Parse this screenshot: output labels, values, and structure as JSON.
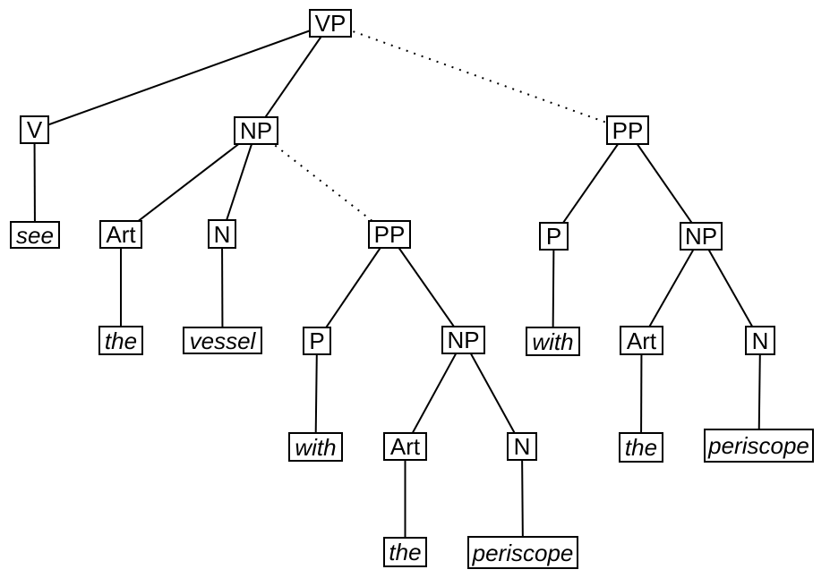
{
  "diagram": {
    "type": "syntax-tree",
    "colors": {
      "line": "#000000",
      "box_border": "#000000",
      "box_fill": "#ffffff",
      "text": "#000000",
      "background": "#ffffff"
    },
    "nodes": {
      "vp": {
        "label": "VP",
        "kind": "category"
      },
      "v": {
        "label": "V",
        "kind": "category"
      },
      "np_obj": {
        "label": "NP",
        "kind": "category"
      },
      "pp_right": {
        "label": "PP",
        "kind": "category"
      },
      "see": {
        "label": "see",
        "kind": "word"
      },
      "art_left": {
        "label": "Art",
        "kind": "category"
      },
      "n_left": {
        "label": "N",
        "kind": "category"
      },
      "pp_mid": {
        "label": "PP",
        "kind": "category"
      },
      "p_right": {
        "label": "P",
        "kind": "category"
      },
      "np_right": {
        "label": "NP",
        "kind": "category"
      },
      "the_left": {
        "label": "the",
        "kind": "word"
      },
      "vessel": {
        "label": "vessel",
        "kind": "word"
      },
      "p_mid": {
        "label": "P",
        "kind": "category"
      },
      "np_mid": {
        "label": "NP",
        "kind": "category"
      },
      "with_right": {
        "label": "with",
        "kind": "word"
      },
      "art_right": {
        "label": "Art",
        "kind": "category"
      },
      "n_right": {
        "label": "N",
        "kind": "category"
      },
      "with_mid": {
        "label": "with",
        "kind": "word"
      },
      "art_mid": {
        "label": "Art",
        "kind": "category"
      },
      "n_mid": {
        "label": "N",
        "kind": "category"
      },
      "the_right": {
        "label": "the",
        "kind": "word"
      },
      "periscope_right": {
        "label": "periscope",
        "kind": "word"
      },
      "the_mid": {
        "label": "the",
        "kind": "word"
      },
      "periscope_mid": {
        "label": "periscope",
        "kind": "word"
      }
    },
    "edges": [
      {
        "from": "vp",
        "to": "v",
        "style": "solid"
      },
      {
        "from": "vp",
        "to": "np_obj",
        "style": "solid"
      },
      {
        "from": "vp",
        "to": "pp_right",
        "style": "dotted"
      },
      {
        "from": "v",
        "to": "see",
        "style": "solid"
      },
      {
        "from": "np_obj",
        "to": "art_left",
        "style": "solid"
      },
      {
        "from": "np_obj",
        "to": "n_left",
        "style": "solid"
      },
      {
        "from": "np_obj",
        "to": "pp_mid",
        "style": "dotted"
      },
      {
        "from": "art_left",
        "to": "the_left",
        "style": "solid"
      },
      {
        "from": "n_left",
        "to": "vessel",
        "style": "solid"
      },
      {
        "from": "pp_mid",
        "to": "p_mid",
        "style": "solid"
      },
      {
        "from": "pp_mid",
        "to": "np_mid",
        "style": "solid"
      },
      {
        "from": "p_mid",
        "to": "with_mid",
        "style": "solid"
      },
      {
        "from": "np_mid",
        "to": "art_mid",
        "style": "solid"
      },
      {
        "from": "np_mid",
        "to": "n_mid",
        "style": "solid"
      },
      {
        "from": "art_mid",
        "to": "the_mid",
        "style": "solid"
      },
      {
        "from": "n_mid",
        "to": "periscope_mid",
        "style": "solid"
      },
      {
        "from": "pp_right",
        "to": "p_right",
        "style": "solid"
      },
      {
        "from": "pp_right",
        "to": "np_right",
        "style": "solid"
      },
      {
        "from": "p_right",
        "to": "with_right",
        "style": "solid"
      },
      {
        "from": "np_right",
        "to": "art_right",
        "style": "solid"
      },
      {
        "from": "np_right",
        "to": "n_right",
        "style": "solid"
      },
      {
        "from": "art_right",
        "to": "the_right",
        "style": "solid"
      },
      {
        "from": "n_right",
        "to": "periscope_right",
        "style": "solid"
      }
    ]
  }
}
